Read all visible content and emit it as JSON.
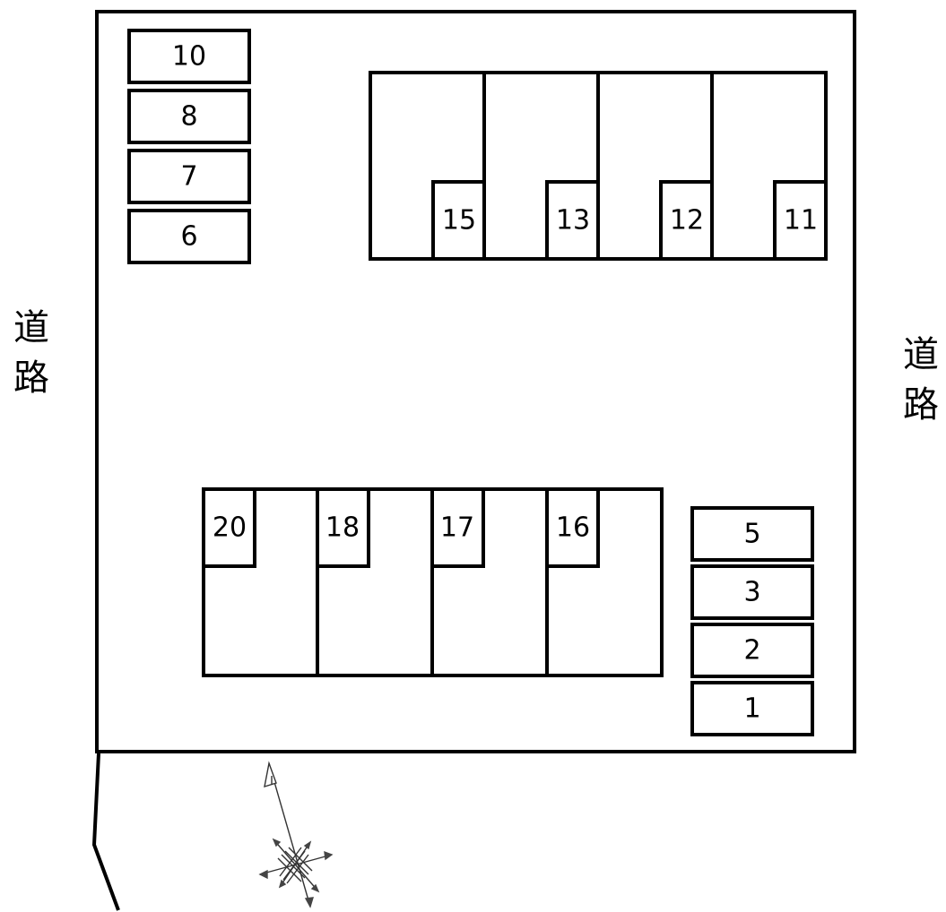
{
  "roads": {
    "left": [
      "道",
      "路"
    ],
    "right": [
      "道",
      "路"
    ]
  },
  "parking_left": [
    "10",
    "8",
    "7",
    "6"
  ],
  "parking_right": [
    "5",
    "3",
    "2",
    "1"
  ],
  "units_top": [
    "15",
    "13",
    "12",
    "11"
  ],
  "units_bottom": [
    "20",
    "18",
    "17",
    "16"
  ]
}
